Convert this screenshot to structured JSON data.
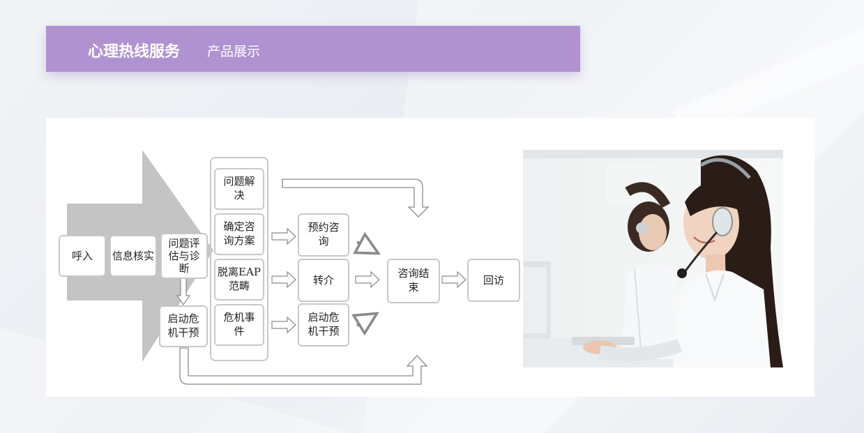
{
  "header": {
    "title": "心理热线服务",
    "subtitle": "产品展示"
  },
  "flow": {
    "call_in": "呼入",
    "info_verify": "信息核实",
    "assess": [
      "问题评",
      "估与诊",
      "断"
    ],
    "crisis_start": [
      "启动危",
      "机干预"
    ],
    "problem_solve": [
      "问题解",
      "决"
    ],
    "plan": [
      "确定咨",
      "询方案"
    ],
    "eap": [
      "脱离EAP",
      "范畴"
    ],
    "crisis_event": [
      "危机事",
      "件"
    ],
    "appointment": [
      "预约咨",
      "询"
    ],
    "referral": "转介",
    "crisis_intervene": [
      "启动危",
      "机干预"
    ],
    "consult_end": [
      "咨询结",
      "束"
    ],
    "follow_up": "回访"
  },
  "colors": {
    "header_bg": "#b092d1",
    "big_arrow": "#c4c4c4",
    "box_border": "#c8c8c8"
  }
}
